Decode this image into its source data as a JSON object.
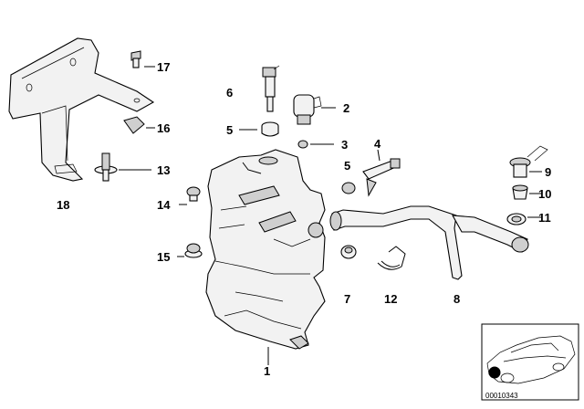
{
  "callouts": {
    "c1": "1",
    "c2": "2",
    "c3": "3",
    "c4": "4",
    "c5a": "5",
    "c5b": "5",
    "c6": "6",
    "c7": "7",
    "c8": "8",
    "c9": "9",
    "c10": "10",
    "c11": "11",
    "c12": "12",
    "c13": "13",
    "c14": "14",
    "c15": "15",
    "c16": "16",
    "c17": "17",
    "c18": "18"
  },
  "document_number": "00010343"
}
